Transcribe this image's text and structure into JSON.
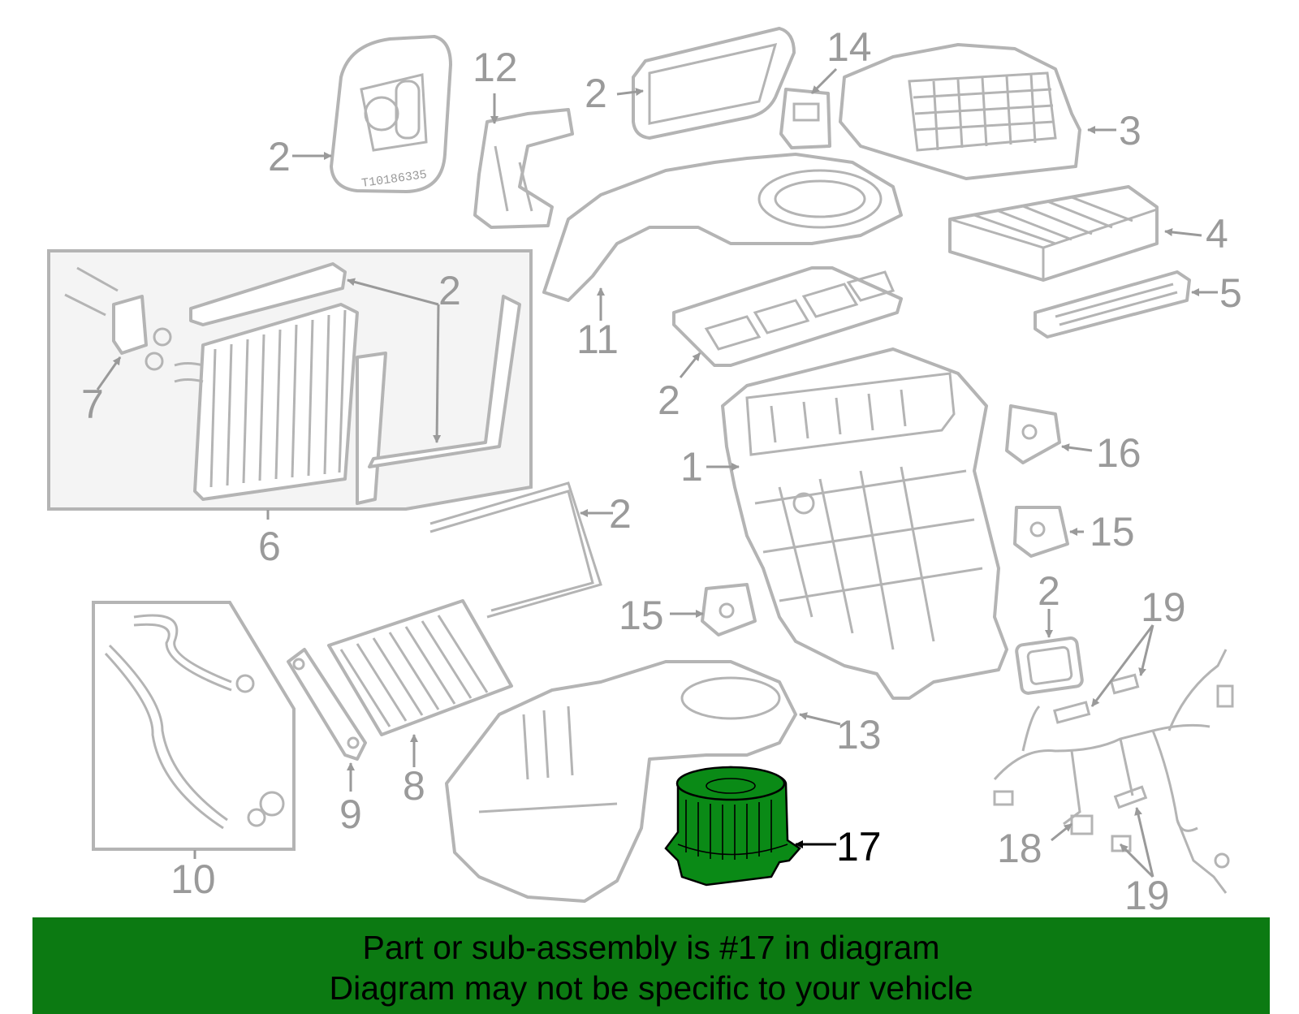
{
  "diagram": {
    "highlight_color": "#0c7a12",
    "highlighted_part": "17",
    "stamp_text": "T10186335",
    "callouts": {
      "c1": "1",
      "c2a": "2",
      "c2b": "2",
      "c2c": "2",
      "c2d": "2",
      "c2e": "2",
      "c2f": "2",
      "c3": "3",
      "c4": "4",
      "c5": "5",
      "c6": "6",
      "c7": "7",
      "c8": "8",
      "c9": "9",
      "c10": "10",
      "c11": "11",
      "c12": "12",
      "c13": "13",
      "c14": "14",
      "c15a": "15",
      "c15b": "15",
      "c16": "16",
      "c17": "17",
      "c18": "18",
      "c19a": "19",
      "c19b": "19"
    }
  },
  "banner": {
    "line1": "Part or sub-assembly is #17 in diagram",
    "line2": "Diagram may not be specific to your vehicle"
  }
}
